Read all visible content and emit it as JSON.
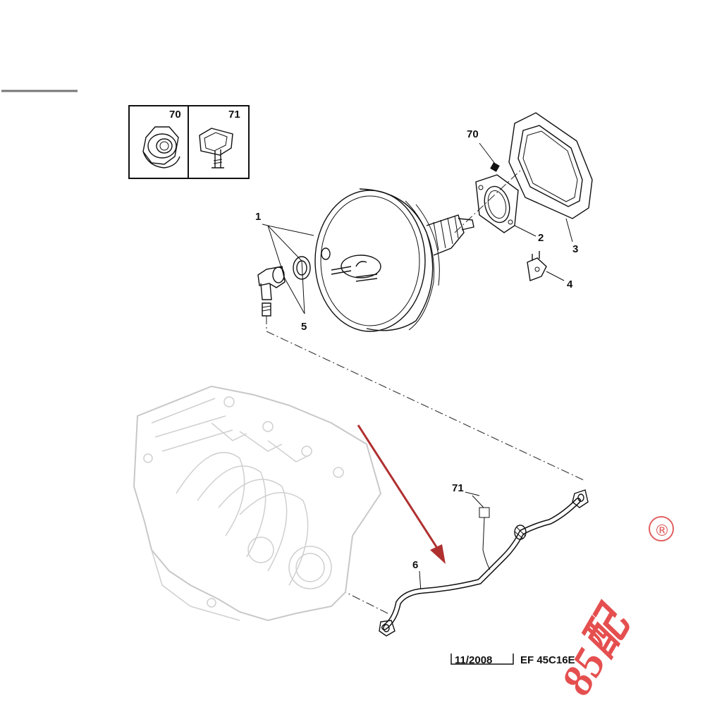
{
  "legend": {
    "items": [
      {
        "number": "70",
        "icon": "flange-nut-icon"
      },
      {
        "number": "71",
        "icon": "hose-clip-icon"
      }
    ]
  },
  "callouts": {
    "p1": "1",
    "p2": "2",
    "p3": "3",
    "p4": "4",
    "p5": "5",
    "p6": "6",
    "p70": "70",
    "p71": "71"
  },
  "footer": {
    "date": "11/2008",
    "ref": "EF 45C16E"
  },
  "watermark": {
    "text": "85配",
    "mark": "®",
    "color": "#e03030"
  },
  "colors": {
    "highlight_arrow": "#b03030",
    "lines": "#111111",
    "manifold": "#c8c8c8"
  }
}
